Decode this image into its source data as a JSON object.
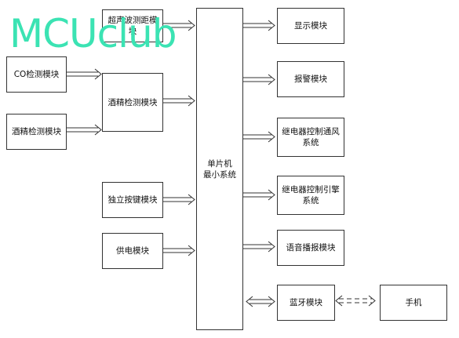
{
  "watermark": "MCUclub",
  "inputs": {
    "ultrasonic": "超声波测距模块",
    "co": "CO检测模块",
    "alcohol_sensor": "酒精检测模块",
    "alcohol_detect": "酒精检测模块",
    "keys": "独立按键模块",
    "power": "供电模块"
  },
  "core": {
    "line1": "单片机",
    "line2": "最小系统"
  },
  "outputs": {
    "display": "显示模块",
    "alarm": "报警模块",
    "relay_fan": "继电器控制通风系统",
    "relay_engine": "继电器控制引擎系统",
    "voice": "语音播报模块",
    "bluetooth": "蓝牙模块"
  },
  "phone": "手机"
}
